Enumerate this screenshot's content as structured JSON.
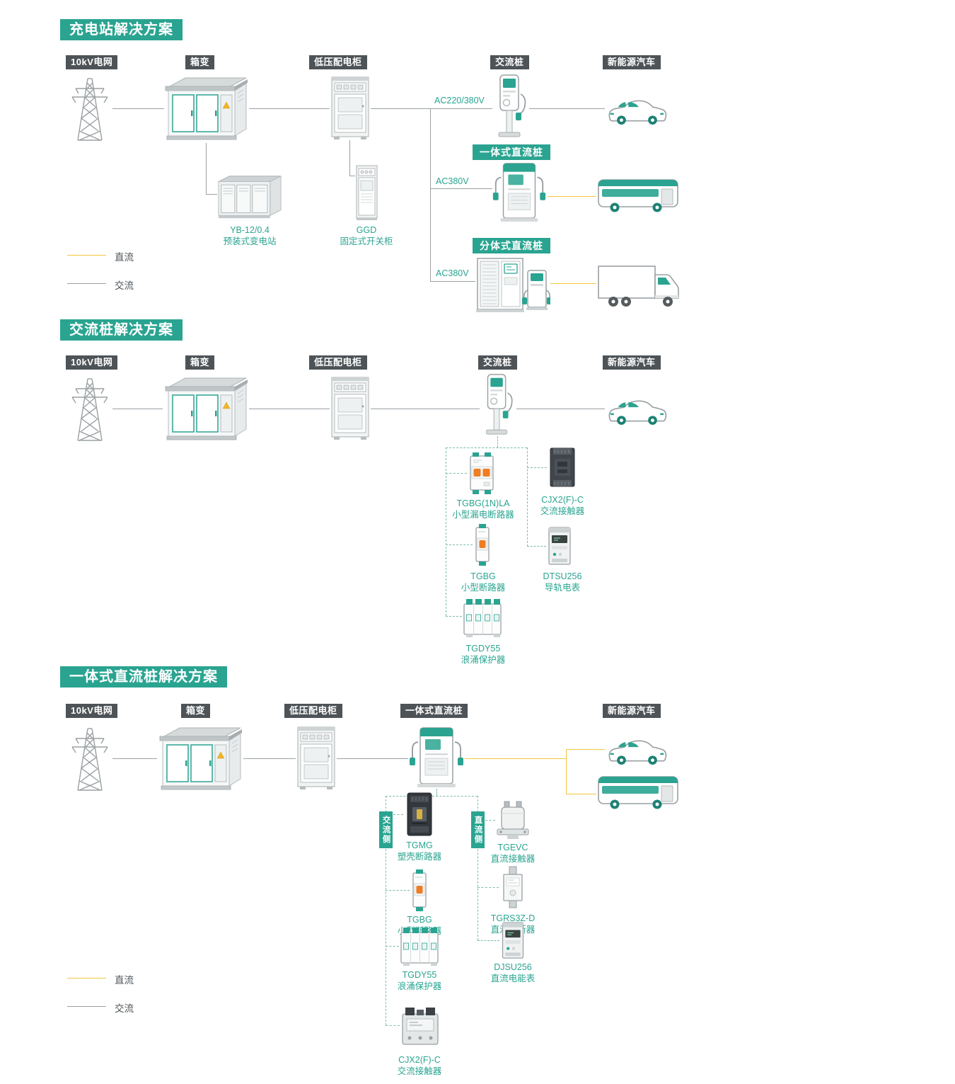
{
  "colors": {
    "teal_accent": "#2aa491",
    "badge_dark": "#4d5357",
    "line_gray": "#9aa0a3",
    "dc_line_yellow": "#f3c73f",
    "breaker_lever_orange": "#ef7d23"
  },
  "legend": {
    "dc": "直流",
    "ac": "交流"
  },
  "icons": {
    "grid": "transmission-tower",
    "transformer": "box-substation",
    "lv_cabinet": "distribution-cabinet",
    "ac_pile": "ac-charging-pile",
    "integrated_dc_pile": "dc-charging-pile",
    "split_dc_pile": "split-dc-station",
    "vehicles": [
      "car",
      "bus",
      "truck"
    ]
  },
  "s1": {
    "title": "充电站解决方案",
    "badges": {
      "grid": "10kV电网",
      "transformer": "箱变",
      "lv": "低压配电柜",
      "ac_pile": "交流桩",
      "ev": "新能源汽车"
    },
    "sub_banners": {
      "integrated_dc": "一体式直流桩",
      "split_dc": "分体式直流桩"
    },
    "voltages": {
      "to_ac_pile": "AC220/380V",
      "to_integrated_dc": "AC380V",
      "to_split_dc": "AC380V"
    },
    "captions": {
      "yb_model": "YB-12/0.4",
      "yb_desc": "预装式变电站",
      "ggd_model": "GGD",
      "ggd_desc": "固定式开关柜"
    }
  },
  "s2": {
    "title": "交流桩解决方案",
    "badges": {
      "grid": "10kV电网",
      "transformer": "箱变",
      "lv": "低压配电柜",
      "ac_pile": "交流桩",
      "ev": "新能源汽车"
    },
    "components": [
      {
        "model": "TGBG(1N)LA",
        "desc": "小型漏电断路器"
      },
      {
        "model": "CJX2(F)-C",
        "desc": "交流接触器"
      },
      {
        "model": "TGBG",
        "desc": "小型断路器"
      },
      {
        "model": "DTSU256",
        "desc": "导轨电表"
      },
      {
        "model": "TGDY55",
        "desc": "浪涌保护器"
      }
    ]
  },
  "s3": {
    "title": "一体式直流桩解决方案",
    "badges": {
      "grid": "10kV电网",
      "transformer": "箱变",
      "lv": "低压配电柜",
      "dc_pile": "一体式直流桩",
      "ev": "新能源汽车"
    },
    "side_labels": {
      "ac": "交流侧",
      "dc": "直流侧"
    },
    "components_ac": [
      {
        "model": "TGMG",
        "desc": "塑壳断路器"
      },
      {
        "model": "TGBG",
        "desc": "小型断路器"
      },
      {
        "model": "TGDY55",
        "desc": "浪涌保护器"
      },
      {
        "model": "CJX2(F)-C",
        "desc": "交流接触器"
      }
    ],
    "components_dc": [
      {
        "model": "TGEVC",
        "desc": "直流接触器"
      },
      {
        "model": "TGRS3Z-D",
        "desc": "直流熔断器"
      },
      {
        "model": "DJSU256",
        "desc": "直流电能表"
      }
    ]
  }
}
